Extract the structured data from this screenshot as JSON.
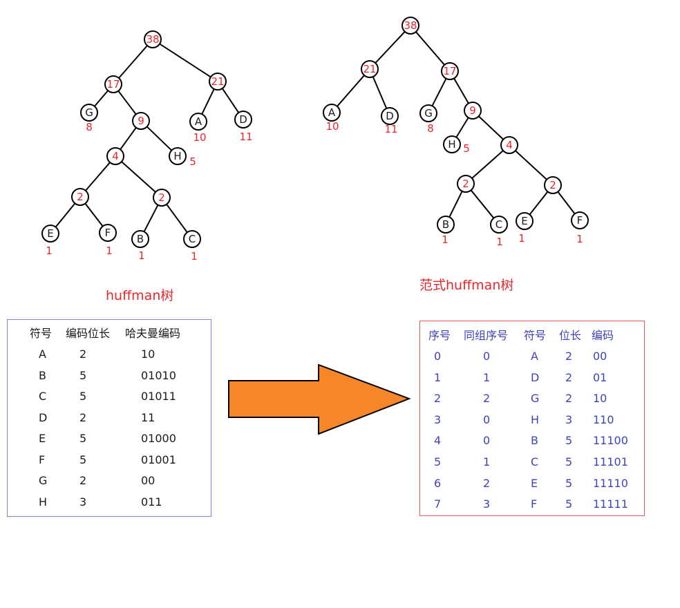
{
  "colors": {
    "node_stroke": "#000000",
    "internal_label": "#e8262b",
    "leaf_label": "#1a1a1a",
    "weight": "#e8262b",
    "arrow_fill": "#f5862a",
    "left_table_border": "#7f86d6",
    "right_table_border": "#e7525a"
  },
  "trees": {
    "huffman": {
      "caption": "huffman树",
      "nodes": [
        {
          "id": "n38",
          "label": "38",
          "type": "internal"
        },
        {
          "id": "n17",
          "label": "17",
          "type": "internal"
        },
        {
          "id": "n21",
          "label": "21",
          "type": "internal"
        },
        {
          "id": "G",
          "label": "G",
          "type": "leaf",
          "weight": "8"
        },
        {
          "id": "n9",
          "label": "9",
          "type": "internal"
        },
        {
          "id": "A",
          "label": "A",
          "type": "leaf",
          "weight": "10"
        },
        {
          "id": "D",
          "label": "D",
          "type": "leaf",
          "weight": "11"
        },
        {
          "id": "n4",
          "label": "4",
          "type": "internal"
        },
        {
          "id": "H",
          "label": "H",
          "type": "leaf",
          "weight": "5"
        },
        {
          "id": "n2a",
          "label": "2",
          "type": "internal"
        },
        {
          "id": "n2b",
          "label": "2",
          "type": "internal"
        },
        {
          "id": "E",
          "label": "E",
          "type": "leaf",
          "weight": "1"
        },
        {
          "id": "F",
          "label": "F",
          "type": "leaf",
          "weight": "1"
        },
        {
          "id": "B",
          "label": "B",
          "type": "leaf",
          "weight": "1"
        },
        {
          "id": "C",
          "label": "C",
          "type": "leaf",
          "weight": "1"
        }
      ],
      "edges": [
        [
          "n38",
          "n17"
        ],
        [
          "n38",
          "n21"
        ],
        [
          "n17",
          "G"
        ],
        [
          "n17",
          "n9"
        ],
        [
          "n21",
          "A"
        ],
        [
          "n21",
          "D"
        ],
        [
          "n9",
          "n4"
        ],
        [
          "n9",
          "H"
        ],
        [
          "n4",
          "n2a"
        ],
        [
          "n4",
          "n2b"
        ],
        [
          "n2a",
          "E"
        ],
        [
          "n2a",
          "F"
        ],
        [
          "n2b",
          "B"
        ],
        [
          "n2b",
          "C"
        ]
      ]
    },
    "canonical": {
      "caption": "范式huffman树",
      "nodes": [
        {
          "id": "n38",
          "label": "38",
          "type": "internal"
        },
        {
          "id": "n21",
          "label": "21",
          "type": "internal"
        },
        {
          "id": "n17",
          "label": "17",
          "type": "internal"
        },
        {
          "id": "A",
          "label": "A",
          "type": "leaf",
          "weight": "10"
        },
        {
          "id": "D",
          "label": "D",
          "type": "leaf",
          "weight": "11"
        },
        {
          "id": "G",
          "label": "G",
          "type": "leaf",
          "weight": "8"
        },
        {
          "id": "n9",
          "label": "9",
          "type": "internal"
        },
        {
          "id": "H",
          "label": "H",
          "type": "leaf",
          "weight": "5"
        },
        {
          "id": "n4",
          "label": "4",
          "type": "internal"
        },
        {
          "id": "n2a",
          "label": "2",
          "type": "internal"
        },
        {
          "id": "n2b",
          "label": "2",
          "type": "internal"
        },
        {
          "id": "B",
          "label": "B",
          "type": "leaf",
          "weight": "1"
        },
        {
          "id": "C",
          "label": "C",
          "type": "leaf",
          "weight": "1"
        },
        {
          "id": "E",
          "label": "E",
          "type": "leaf",
          "weight": "1"
        },
        {
          "id": "F",
          "label": "F",
          "type": "leaf",
          "weight": "1"
        }
      ],
      "edges": [
        [
          "n38",
          "n21"
        ],
        [
          "n38",
          "n17"
        ],
        [
          "n21",
          "A"
        ],
        [
          "n21",
          "D"
        ],
        [
          "n17",
          "G"
        ],
        [
          "n17",
          "n9"
        ],
        [
          "n9",
          "H"
        ],
        [
          "n9",
          "n4"
        ],
        [
          "n4",
          "n2a"
        ],
        [
          "n4",
          "n2b"
        ],
        [
          "n2a",
          "B"
        ],
        [
          "n2a",
          "C"
        ],
        [
          "n2b",
          "E"
        ],
        [
          "n2b",
          "F"
        ]
      ]
    }
  },
  "huffman_table": {
    "headers": [
      "符号",
      "编码位长",
      "哈夫曼编码"
    ],
    "rows": [
      [
        "A",
        "2",
        "10"
      ],
      [
        "B",
        "5",
        "01010"
      ],
      [
        "C",
        "5",
        "01011"
      ],
      [
        "D",
        "2",
        "11"
      ],
      [
        "E",
        "5",
        "01000"
      ],
      [
        "F",
        "5",
        "01001"
      ],
      [
        "G",
        "2",
        "00"
      ],
      [
        "H",
        "3",
        "011"
      ]
    ]
  },
  "canonical_table": {
    "headers": [
      "序号",
      "同组序号",
      "符号",
      "位长",
      "编码"
    ],
    "rows": [
      [
        "0",
        "0",
        "A",
        "2",
        "00"
      ],
      [
        "1",
        "1",
        "D",
        "2",
        "01"
      ],
      [
        "2",
        "2",
        "G",
        "2",
        "10"
      ],
      [
        "3",
        "0",
        "H",
        "3",
        "110"
      ],
      [
        "4",
        "0",
        "B",
        "5",
        "11100"
      ],
      [
        "5",
        "1",
        "C",
        "5",
        "11101"
      ],
      [
        "6",
        "2",
        "E",
        "5",
        "11110"
      ],
      [
        "7",
        "3",
        "F",
        "5",
        "11111"
      ]
    ]
  }
}
